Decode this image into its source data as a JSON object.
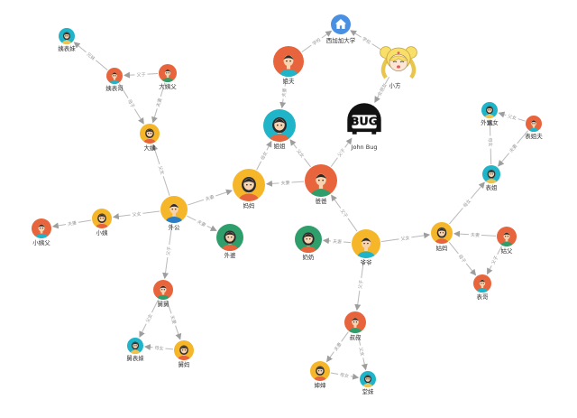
{
  "colors": {
    "edge": "#b9b9b9",
    "arrow": "#9e9e9e",
    "edge_label": "#9a9a9a",
    "node_label": "#333333",
    "skin": "#f8d3b0",
    "hair": "#2b2b2b"
  },
  "nodes": [
    {
      "id": "yibiaomei",
      "label": "姨表妹",
      "bg": "#1fb4c7",
      "shirt": "#f2c14e",
      "female": true,
      "big": false
    },
    {
      "id": "yibiaoge",
      "label": "姨表哥",
      "bg": "#e8643c",
      "shirt": "#1fb4c7",
      "female": false,
      "big": false
    },
    {
      "id": "dayifu",
      "label": "大姨父",
      "bg": "#e8643c",
      "shirt": "#2e9e6b",
      "female": false,
      "big": false
    },
    {
      "id": "dayi",
      "label": "大姨",
      "bg": "#f5b62a",
      "shirt": "#e8643c",
      "female": true,
      "big": false
    },
    {
      "id": "xiaoyifu",
      "label": "小姨父",
      "bg": "#e8643c",
      "shirt": "#1fb4c7",
      "female": false,
      "big": false
    },
    {
      "id": "xiaoyi",
      "label": "小姨",
      "bg": "#f5b62a",
      "shirt": "#e8643c",
      "female": true,
      "big": false
    },
    {
      "id": "waigong",
      "label": "外公",
      "bg": "#f5b62a",
      "shirt": "#2a7dc9",
      "female": false,
      "big": true
    },
    {
      "id": "waipo",
      "label": "外婆",
      "bg": "#2e9e6b",
      "shirt": "#e8643c",
      "female": true,
      "big": false
    },
    {
      "id": "mama",
      "label": "妈妈",
      "bg": "#f5b62a",
      "shirt": "#e8643c",
      "female": true,
      "big": true
    },
    {
      "id": "jiujiu",
      "label": "舅舅",
      "bg": "#e8643c",
      "shirt": "#2e9e6b",
      "female": false,
      "big": false
    },
    {
      "id": "jiubiaomei",
      "label": "舅表妹",
      "bg": "#1fb4c7",
      "shirt": "#f2c14e",
      "female": true,
      "big": false
    },
    {
      "id": "jiuma",
      "label": "舅妈",
      "bg": "#f5b62a",
      "shirt": "#e8643c",
      "female": true,
      "big": false
    },
    {
      "id": "jiefu",
      "label": "姐夫",
      "bg": "#e8643c",
      "shirt": "#1fb4c7",
      "female": false,
      "big": true
    },
    {
      "id": "jiejie",
      "label": "姐姐",
      "bg": "#1fb4c7",
      "shirt": "#e8643c",
      "female": true,
      "big": true
    },
    {
      "id": "baba",
      "label": "爸爸",
      "bg": "#e8643c",
      "shirt": "#2e9e6b",
      "female": false,
      "big": true
    },
    {
      "id": "nainai",
      "label": "奶奶",
      "bg": "#2e9e6b",
      "shirt": "#e8643c",
      "female": true,
      "big": false
    },
    {
      "id": "yeye",
      "label": "爷爷",
      "bg": "#f5b62a",
      "shirt": "#1fb4c7",
      "female": false,
      "big": true
    },
    {
      "id": "gugu",
      "label": "姑妈",
      "bg": "#f5b62a",
      "shirt": "#e8643c",
      "female": true,
      "big": false
    },
    {
      "id": "shushu",
      "label": "叔叔",
      "bg": "#e8643c",
      "shirt": "#2e9e6b",
      "female": false,
      "big": false
    },
    {
      "id": "shenshen",
      "label": "婶婶",
      "bg": "#f5b62a",
      "shirt": "#e8643c",
      "female": true,
      "big": false
    },
    {
      "id": "tangmei",
      "label": "堂妹",
      "bg": "#1fb4c7",
      "shirt": "#f2c14e",
      "female": true,
      "big": false
    },
    {
      "id": "waishengnv",
      "label": "外甥女",
      "bg": "#1fb4c7",
      "shirt": "#f2c14e",
      "female": true,
      "big": false
    },
    {
      "id": "biaojiefu",
      "label": "表姐夫",
      "bg": "#e8643c",
      "shirt": "#1fb4c7",
      "female": false,
      "big": false
    },
    {
      "id": "biaojie",
      "label": "表姐",
      "bg": "#1fb4c7",
      "shirt": "#f2c14e",
      "female": true,
      "big": false
    },
    {
      "id": "gufu",
      "label": "姑父",
      "bg": "#e8643c",
      "shirt": "#2e9e6b",
      "female": false,
      "big": false
    },
    {
      "id": "biaoge",
      "label": "表哥",
      "bg": "#e8643c",
      "shirt": "#1fb4c7",
      "female": false,
      "big": false
    },
    {
      "id": "xijia",
      "label": "西加加大学",
      "kind": "school",
      "bg": "#4a90e2"
    },
    {
      "id": "xiaofang",
      "label": "小方",
      "kind": "anime"
    },
    {
      "id": "johnbug",
      "label": "John Bug",
      "kind": "bug",
      "badge": "BUG"
    }
  ],
  "edges": [
    {
      "from": "yibiaoge",
      "to": "yibiaomei",
      "label": "兄妹"
    },
    {
      "from": "dayifu",
      "to": "yibiaoge",
      "label": "父子"
    },
    {
      "from": "yibiaoge",
      "to": "dayi",
      "label": "母子"
    },
    {
      "from": "dayifu",
      "to": "dayi",
      "label": "夫妻"
    },
    {
      "from": "waigong",
      "to": "dayi",
      "label": "父女"
    },
    {
      "from": "xiaoyi",
      "to": "xiaoyifu",
      "label": "夫妻"
    },
    {
      "from": "waigong",
      "to": "xiaoyi",
      "label": "父女"
    },
    {
      "from": "waigong",
      "to": "mama",
      "label": "夫妻"
    },
    {
      "from": "waigong",
      "to": "waipo",
      "label": "夫妻"
    },
    {
      "from": "waigong",
      "to": "jiujiu",
      "label": "父子"
    },
    {
      "from": "jiujiu",
      "to": "jiubiaomei",
      "label": "父女"
    },
    {
      "from": "jiujiu",
      "to": "jiuma",
      "label": "夫妻"
    },
    {
      "from": "jiuma",
      "to": "jiubiaomei",
      "label": "母女"
    },
    {
      "from": "mama",
      "to": "jiejie",
      "label": "母女"
    },
    {
      "from": "baba",
      "to": "mama",
      "label": "夫妻"
    },
    {
      "from": "jiefu",
      "to": "jiejie",
      "label": "夫妻"
    },
    {
      "from": "jiefu",
      "to": "xijia",
      "label": "学校"
    },
    {
      "from": "xiaofang",
      "to": "xijia",
      "label": "学校"
    },
    {
      "from": "xiaofang",
      "to": "johnbug",
      "label": "女朋友"
    },
    {
      "from": "baba",
      "to": "johnbug",
      "label": "父子"
    },
    {
      "from": "baba",
      "to": "jiejie",
      "label": "父女"
    },
    {
      "from": "yeye",
      "to": "baba",
      "label": "父子"
    },
    {
      "from": "yeye",
      "to": "nainai",
      "label": "夫妻"
    },
    {
      "from": "yeye",
      "to": "gugu",
      "label": "父女"
    },
    {
      "from": "yeye",
      "to": "shushu",
      "label": "父子"
    },
    {
      "from": "shushu",
      "to": "shenshen",
      "label": "夫妻"
    },
    {
      "from": "shushu",
      "to": "tangmei",
      "label": "父女"
    },
    {
      "from": "shenshen",
      "to": "tangmei",
      "label": "母女"
    },
    {
      "from": "biaojiefu",
      "to": "waishengnv",
      "label": "父女"
    },
    {
      "from": "biaojiefu",
      "to": "biaojie",
      "label": "夫妻"
    },
    {
      "from": "biaojie",
      "to": "waishengnv",
      "label": "母女"
    },
    {
      "from": "gugu",
      "to": "biaojie",
      "label": "母女"
    },
    {
      "from": "gufu",
      "to": "gugu",
      "label": "夫妻"
    },
    {
      "from": "gufu",
      "to": "biaoge",
      "label": "父子"
    },
    {
      "from": "gugu",
      "to": "biaoge",
      "label": "母子"
    }
  ]
}
